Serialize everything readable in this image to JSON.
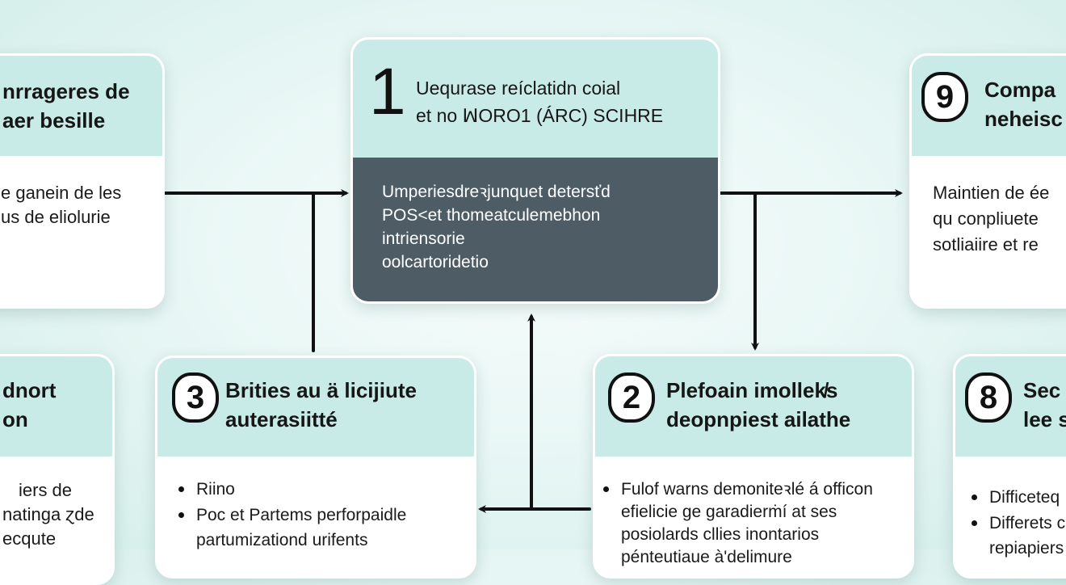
{
  "cards": {
    "top_left": {
      "title_line1": "nrrageres de",
      "title_line2": "aer besille",
      "desc_line1": "e ganein de les",
      "desc_line2": "us de eliolurie"
    },
    "top_center": {
      "number": "1",
      "title_line1": "Uequrase reíclatidn coial",
      "title_line2": "et no ꟽORO1 (ÁRC) SCIHRE",
      "desc_lines": [
        "Umperiesdreꝛjunquet detersťd",
        "POS<et thomeatculemebhon",
        "intriensorie",
        "oolcartoridetio"
      ]
    },
    "top_right": {
      "number": "9",
      "title_line1": "Compa",
      "title_line2": "neheisc",
      "desc_line1": "Maintien de ée",
      "desc_line2": "qu conpliuete ",
      "desc_line3": "sotliaiire et re"
    },
    "bottom_far_left": {
      "title_line1": "dnort",
      "title_line2": "on",
      "desc_lines": [
        "iers de",
        "natinga ɀde",
        "ecqute"
      ]
    },
    "bottom_left": {
      "number": "3",
      "title_line1": "Brities au ä licijiute",
      "title_line2": "auterasiitté",
      "bullets": [
        "Riino",
        "Poc et Partems perforpaidle"
      ],
      "bullet2_cont": "partumizationd urifents"
    },
    "bottom_center": {
      "number": "2",
      "title_line1": "Plefoain imollek̸s",
      "title_line2": "deopnpiest ailathe",
      "bullets": [
        "Fulof warns demoniteꝛlé á officon"
      ],
      "bullet_cont": [
        "efielicie ge garadierṁí at ses",
        "posiolards cllies inontarios",
        "pénteutiaue à'delimure"
      ]
    },
    "bottom_right": {
      "number": "8",
      "title_line1": "Sec",
      "title_line2": "lee s",
      "bullets": [
        "Difficeteq",
        "Differets c"
      ],
      "bullet2_cont": "repiapiers"
    }
  },
  "colors": {
    "header": "#c9ebe7",
    "dark_panel": "#4d5c65",
    "arrow": "#111111"
  }
}
